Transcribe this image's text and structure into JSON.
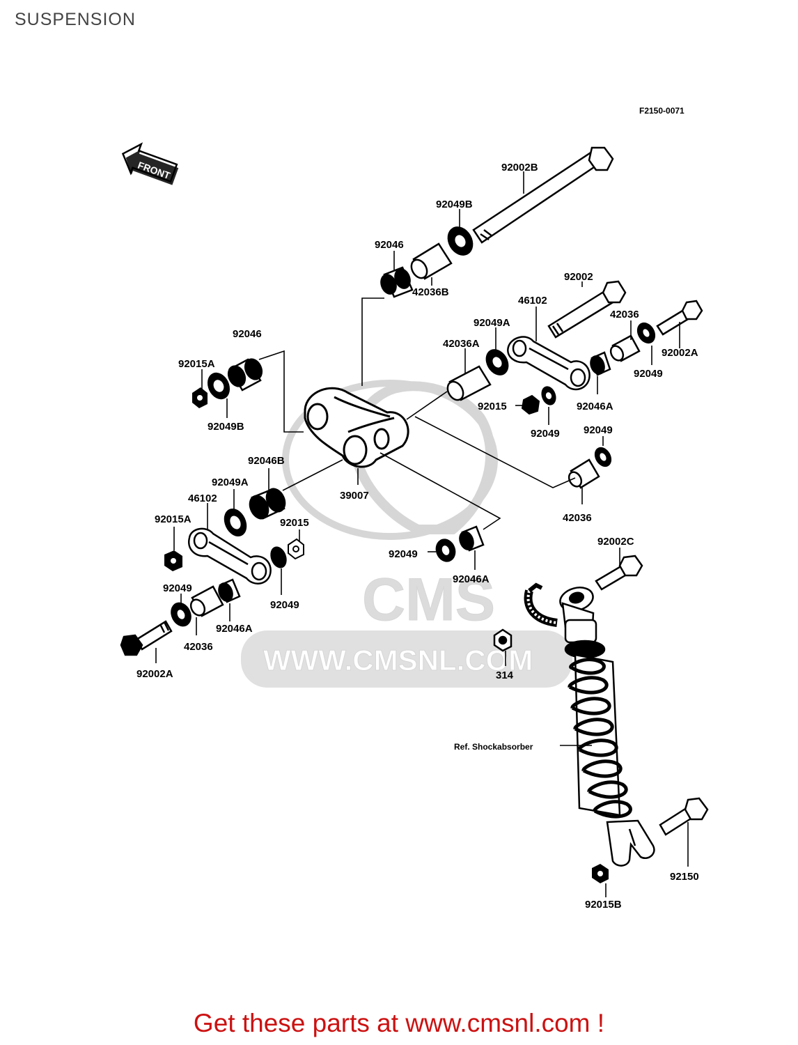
{
  "header": {
    "title": "SUSPENSION"
  },
  "diagram": {
    "figure_code": "F2150-0071",
    "front_arrow_text": "FRONT",
    "watermark": {
      "logo_text": "CMS",
      "url_text": "WWW.CMSNL.COM"
    },
    "parts": {
      "p92002B": "92002B",
      "p92049B_top": "92049B",
      "p92046_top": "92046",
      "p42036B": "42036B",
      "p92002": "92002",
      "p46102_right": "46102",
      "p42036_right_top": "42036",
      "p92002A_right": "92002A",
      "p92049A_right": "92049A",
      "p42036A": "42036A",
      "p92049_right_a": "92049",
      "p92046A_right": "92046A",
      "p92015_right": "92015",
      "p92049_right_b": "92049",
      "p92049_right_c": "92049",
      "p42036_right_bottom": "42036",
      "p92046_left": "92046",
      "p92015A_left": "92015A",
      "p92049B_left": "92049B",
      "p39007": "39007",
      "p92046B": "92046B",
      "p92049A_left": "92049A",
      "p46102_left": "46102",
      "p92015A_lower": "92015A",
      "p92015_left": "92015",
      "p92049_center": "92049",
      "p92046A_center": "92046A",
      "p92049_left_a": "92049",
      "p92049_left_b": "92049",
      "p92046A_left": "92046A",
      "p42036_left": "42036",
      "p92002A_left": "92002A",
      "p92002C": "92002C",
      "p314": "314",
      "ref_shock": "Ref. Shockabsorber",
      "p92150": "92150",
      "p92015B": "92015B"
    }
  },
  "footer": {
    "cta": "Get these parts at www.cmsnl.com !"
  },
  "colors": {
    "ink": "#000000",
    "watermark": "#d9d9d9",
    "cta": "#cc1111",
    "title": "#444444"
  }
}
